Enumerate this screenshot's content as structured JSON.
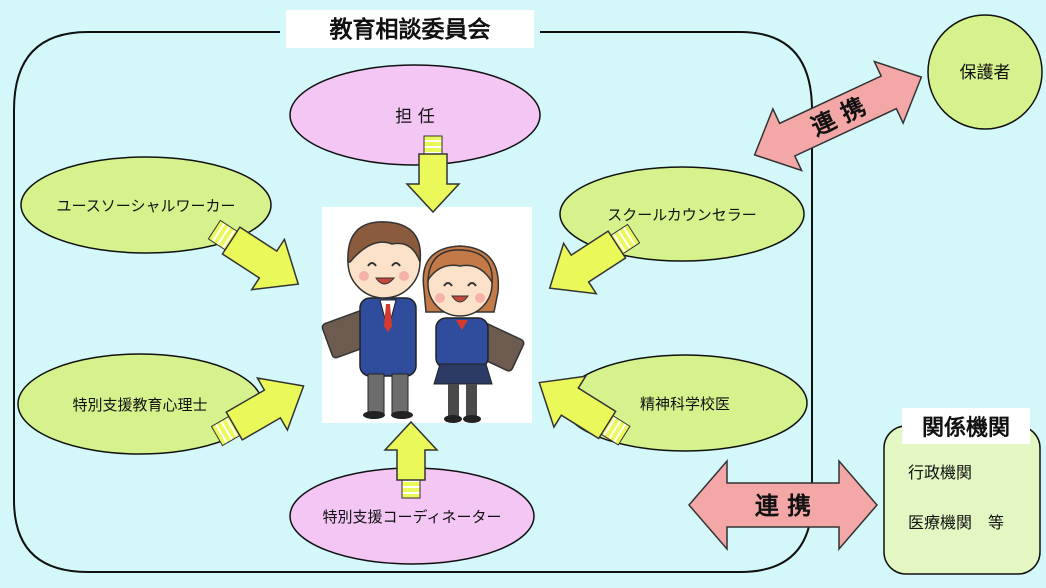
{
  "committee": {
    "title": "教育相談委員会"
  },
  "roles": {
    "homeroom": "担 任",
    "social_worker": "ユースソーシャルワーカー",
    "counselor": "スクールカウンセラー",
    "psychologist": "特別支援教育心理士",
    "psychiatrist": "精神科学校医",
    "coordinator": "特別支援コーディネーター"
  },
  "guardian": {
    "label": "保護者"
  },
  "links": {
    "upper": "連 携",
    "lower": "連 携"
  },
  "agencies": {
    "title": "関係機関",
    "items": [
      "行政機関",
      "医療機関　等"
    ]
  },
  "colors": {
    "background": "#d4f7f9",
    "pink_ellipse": "#f3c6f3",
    "green_ellipse": "#d5f28c",
    "yellow_arrow": "#ebf85a",
    "link_arrow": "#f3a7a7",
    "agency_box": "#e2f7c2"
  }
}
